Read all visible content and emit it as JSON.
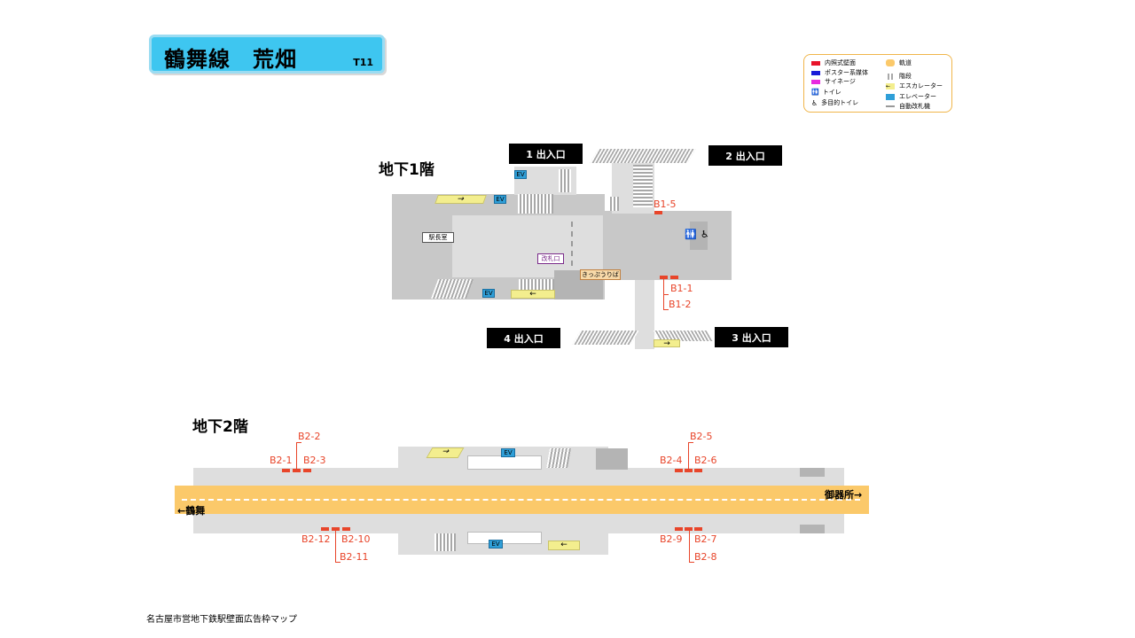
{
  "header": {
    "title": "鶴舞線　荒畑",
    "code": "T11"
  },
  "legend": {
    "items": [
      {
        "label": "内照式壁面",
        "color": "#e8142a"
      },
      {
        "label": "ポスター系媒体",
        "color": "#1a1ad8"
      },
      {
        "label": "サイネージ",
        "color": "#e82ae0"
      },
      {
        "label": "トイレ"
      },
      {
        "label": "多目的トイレ"
      },
      {
        "label": "軌道",
        "color": "#fbc96a"
      },
      {
        "label": "階段"
      },
      {
        "label": "エスカレーター"
      },
      {
        "label": "エレベーター"
      },
      {
        "label": "自動改札機"
      }
    ]
  },
  "floor_b1": {
    "label": "地下1階",
    "exits": [
      "1 出入口",
      "2 出入口",
      "3 出入口",
      "4 出入口"
    ],
    "rooms": {
      "station_office": "駅長室",
      "gate": "改札口",
      "ticket": "きっぷうりば"
    },
    "ev": "EV",
    "ads": [
      "B1-5",
      "B1-1",
      "B1-2"
    ]
  },
  "floor_b2": {
    "label": "地下2階",
    "ev": "EV",
    "ads": [
      "B2-2",
      "B2-1",
      "B2-3",
      "B2-5",
      "B2-4",
      "B2-6",
      "B2-12",
      "B2-10",
      "B2-11",
      "B2-9",
      "B2-7",
      "B2-8"
    ],
    "directions": {
      "left": "←鶴舞",
      "right": "御器所→"
    }
  },
  "footer": "名古屋市営地下鉄駅壁面広告枠マップ"
}
